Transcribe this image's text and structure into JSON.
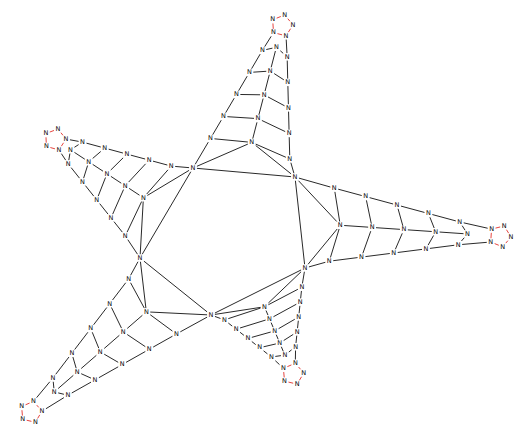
{
  "diagram": {
    "nodes": [
      {
        "text": [
          "N"
        ]
      },
      {
        "text": [
          "N"
        ]
      },
      {
        "text": [
          "N"
        ]
      },
      {
        "text": [
          "N"
        ]
      },
      {
        "text": [
          "N"
        ]
      },
      {
        "text": [
          "N"
        ]
      },
      {
        "text": [
          "N"
        ]
      },
      {
        "text": [
          "N"
        ]
      },
      {
        "text": [
          "N"
        ]
      },
      {
        "text": [
          "N"
        ]
      },
      {
        "text": [
          "N"
        ]
      },
      {
        "text": [
          "N"
        ]
      },
      {
        "text": [
          "N"
        ]
      },
      {
        "text": [
          "N"
        ]
      },
      {
        "text": [
          "N"
        ]
      },
      {
        "text": [
          "N"
        ]
      },
      {
        "text": [
          "N"
        ]
      },
      {
        "text": [
          "N"
        ]
      },
      {
        "text": [
          "N"
        ]
      },
      {
        "text": [
          "N"
        ]
      },
      {
        "text": [
          "N"
        ]
      },
      {
        "text": [
          "N"
        ]
      },
      {
        "text": [
          "N"
        ]
      },
      {
        "text": [
          "N"
        ]
      },
      {
        "text": [
          "N"
        ]
      },
      {
        "text": [
          "N"
        ]
      },
      {
        "text": [
          "N"
        ]
      },
      {
        "text": [
          "N"
        ]
      },
      {
        "text": [
          "N"
        ]
      },
      {
        "text": [
          "N"
        ]
      },
      {
        "text": [
          "N"
        ]
      },
      {
        "text": [
          "N"
        ]
      },
      {
        "text": [
          "N"
        ]
      },
      {
        "text": [
          "N"
        ]
      },
      {
        "text": [
          "N"
        ]
      },
      {
        "text": [
          "N"
        ]
      },
      {
        "text": [
          "N"
        ]
      },
      {
        "text": [
          "N"
        ]
      },
      {
        "text": [
          "N"
        ]
      },
      {
        "text": [
          "N"
        ]
      },
      {
        "text": [
          "N"
        ]
      },
      {
        "text": [
          "N"
        ]
      },
      {
        "text": [
          "N"
        ]
      },
      {
        "text": [
          "N"
        ]
      },
      {
        "text": [
          "N"
        ]
      },
      {
        "text": [
          "N"
        ]
      },
      {
        "text": [
          "N"
        ]
      },
      {
        "text": [
          "N"
        ]
      },
      {
        "text": [
          "N"
        ]
      },
      {
        "text": [
          "N"
        ]
      },
      {
        "text": [
          "N"
        ]
      },
      {
        "text": [
          "N"
        ]
      },
      {
        "text": [
          "N"
        ]
      },
      {
        "text": [
          "N"
        ]
      },
      {
        "text": [
          "N"
        ]
      },
      {
        "text": [
          "N"
        ]
      },
      {
        "text": [
          "N"
        ]
      },
      {
        "text": [
          "N"
        ]
      },
      {
        "text": [
          "N"
        ]
      },
      {
        "text": [
          "N"
        ]
      },
      {
        "text": [
          "N"
        ]
      },
      {
        "text": [
          "N"
        ]
      },
      {
        "text": [
          "N"
        ]
      },
      {
        "text": [
          "N"
        ]
      },
      {
        "text": [
          "N"
        ]
      },
      {
        "text": [
          "N"
        ]
      },
      {
        "text": [
          "N"
        ]
      },
      {
        "text": [
          "N"
        ]
      },
      {
        "text": [
          "N"
        ]
      },
      {
        "text": [
          "N"
        ]
      },
      {
        "text": [
          "N"
        ]
      },
      {
        "text": [
          "N"
        ]
      },
      {
        "text": [
          "N"
        ]
      },
      {
        "text": [
          "N"
        ]
      },
      {
        "text": [
          "N"
        ]
      },
      {
        "text": [
          "N"
        ]
      },
      {
        "text": [
          "N"
        ]
      },
      {
        "text": [
          "N"
        ]
      },
      {
        "text": [
          "N"
        ]
      },
      {
        "text": [
          "N"
        ]
      },
      {
        "text": [
          "N"
        ]
      },
      {
        "text": [
          "N"
        ]
      },
      {
        "text": [
          "N"
        ]
      },
      {
        "text": [
          "N"
        ]
      },
      {
        "text": [
          "N"
        ]
      },
      {
        "text": [
          "N"
        ]
      },
      {
        "text": [
          "N"
        ]
      },
      {
        "text": [
          "N"
        ]
      },
      {
        "text": [
          "N"
        ]
      },
      {
        "text": [
          "N"
        ]
      },
      {
        "text": [
          "N"
        ]
      },
      {
        "text": [
          "N"
        ]
      },
      {
        "text": [
          "N"
        ]
      },
      {
        "text": [
          "N"
        ]
      },
      {
        "text": [
          "N"
        ]
      },
      {
        "text": [
          "N"
        ]
      },
      {
        "text": [
          "N"
        ]
      },
      {
        "text": [
          "N"
        ]
      },
      {
        "text": [
          "N"
        ]
      },
      {
        "text": [
          "N"
        ]
      },
      {
        "text": [
          "N"
        ]
      },
      {
        "text": [
          "N"
        ]
      },
      {
        "text": [
          "N"
        ]
      },
      {
        "text": [
          "N"
        ]
      },
      {
        "text": [
          "N"
        ]
      }
    ],
    "edges": [
      {
        "from": 0,
        "to": 1,
        "arrow": "none"
      },
      {
        "from": 1,
        "to": 2,
        "arrow": "none"
      },
      {
        "from": 2,
        "to": 3,
        "arrow": "none"
      },
      {
        "from": 3,
        "to": 4,
        "arrow": "none"
      },
      {
        "from": 4,
        "to": 0,
        "arrow": "none"
      },
      {
        "from": 0,
        "to": 5,
        "arrow": "none"
      },
      {
        "from": 1,
        "to": 7,
        "arrow": "none"
      },
      {
        "from": 0,
        "to": 6,
        "arrow": "none"
      },
      {
        "from": 1,
        "to": 6,
        "arrow": "none"
      },
      {
        "from": 5,
        "to": 8,
        "arrow": "none"
      },
      {
        "from": 8,
        "to": 11,
        "arrow": "none"
      },
      {
        "from": 11,
        "to": 14,
        "arrow": "none"
      },
      {
        "from": 14,
        "to": 17,
        "arrow": "none"
      },
      {
        "from": 7,
        "to": 10,
        "arrow": "none"
      },
      {
        "from": 10,
        "to": 13,
        "arrow": "none"
      },
      {
        "from": 13,
        "to": 16,
        "arrow": "none"
      },
      {
        "from": 16,
        "to": 19,
        "arrow": "none"
      },
      {
        "from": 6,
        "to": 9,
        "arrow": "none"
      },
      {
        "from": 9,
        "to": 12,
        "arrow": "none"
      },
      {
        "from": 12,
        "to": 15,
        "arrow": "none"
      },
      {
        "from": 15,
        "to": 18,
        "arrow": "none"
      },
      {
        "from": 5,
        "to": 6,
        "arrow": "none"
      },
      {
        "from": 6,
        "to": 7,
        "arrow": "none"
      },
      {
        "from": 8,
        "to": 9,
        "arrow": "none"
      },
      {
        "from": 9,
        "to": 10,
        "arrow": "none"
      },
      {
        "from": 11,
        "to": 12,
        "arrow": "none"
      },
      {
        "from": 12,
        "to": 13,
        "arrow": "none"
      },
      {
        "from": 14,
        "to": 15,
        "arrow": "none"
      },
      {
        "from": 15,
        "to": 16,
        "arrow": "none"
      },
      {
        "from": 17,
        "to": 18,
        "arrow": "none"
      },
      {
        "from": 18,
        "to": 19,
        "arrow": "none"
      },
      {
        "from": 17,
        "to": 20,
        "arrow": "none"
      },
      {
        "from": 19,
        "to": 24,
        "arrow": "none"
      },
      {
        "from": 20,
        "to": 21,
        "arrow": "none"
      },
      {
        "from": 21,
        "to": 22,
        "arrow": "none"
      },
      {
        "from": 22,
        "to": 23,
        "arrow": "none"
      },
      {
        "from": 23,
        "to": 24,
        "arrow": "none"
      },
      {
        "from": 24,
        "to": 20,
        "arrow": "none"
      },
      {
        "from": 1,
        "to": 25,
        "arrow": "none"
      },
      {
        "from": 2,
        "to": 27,
        "arrow": "none"
      },
      {
        "from": 1,
        "to": 26,
        "arrow": "none"
      },
      {
        "from": 2,
        "to": 26,
        "arrow": "none"
      },
      {
        "from": 25,
        "to": 28,
        "arrow": "none"
      },
      {
        "from": 28,
        "to": 31,
        "arrow": "none"
      },
      {
        "from": 31,
        "to": 34,
        "arrow": "none"
      },
      {
        "from": 34,
        "to": 37,
        "arrow": "none"
      },
      {
        "from": 27,
        "to": 30,
        "arrow": "none"
      },
      {
        "from": 30,
        "to": 33,
        "arrow": "none"
      },
      {
        "from": 33,
        "to": 36,
        "arrow": "none"
      },
      {
        "from": 36,
        "to": 39,
        "arrow": "none"
      },
      {
        "from": 26,
        "to": 29,
        "arrow": "none"
      },
      {
        "from": 29,
        "to": 32,
        "arrow": "none"
      },
      {
        "from": 32,
        "to": 35,
        "arrow": "none"
      },
      {
        "from": 35,
        "to": 38,
        "arrow": "none"
      },
      {
        "from": 25,
        "to": 26,
        "arrow": "none"
      },
      {
        "from": 26,
        "to": 27,
        "arrow": "none"
      },
      {
        "from": 28,
        "to": 29,
        "arrow": "none"
      },
      {
        "from": 29,
        "to": 30,
        "arrow": "none"
      },
      {
        "from": 31,
        "to": 32,
        "arrow": "none"
      },
      {
        "from": 32,
        "to": 33,
        "arrow": "none"
      },
      {
        "from": 34,
        "to": 35,
        "arrow": "none"
      },
      {
        "from": 35,
        "to": 36,
        "arrow": "none"
      },
      {
        "from": 37,
        "to": 38,
        "arrow": "none"
      },
      {
        "from": 38,
        "to": 39,
        "arrow": "none"
      },
      {
        "from": 37,
        "to": 40,
        "arrow": "none"
      },
      {
        "from": 39,
        "to": 44,
        "arrow": "none"
      },
      {
        "from": 40,
        "to": 41,
        "arrow": "none"
      },
      {
        "from": 41,
        "to": 42,
        "arrow": "none"
      },
      {
        "from": 42,
        "to": 43,
        "arrow": "none"
      },
      {
        "from": 43,
        "to": 44,
        "arrow": "none"
      },
      {
        "from": 44,
        "to": 40,
        "arrow": "none"
      },
      {
        "from": 2,
        "to": 45,
        "arrow": "none"
      },
      {
        "from": 3,
        "to": 47,
        "arrow": "none"
      },
      {
        "from": 2,
        "to": 46,
        "arrow": "none"
      },
      {
        "from": 3,
        "to": 46,
        "arrow": "none"
      },
      {
        "from": 45,
        "to": 48,
        "arrow": "none"
      },
      {
        "from": 48,
        "to": 51,
        "arrow": "none"
      },
      {
        "from": 51,
        "to": 54,
        "arrow": "none"
      },
      {
        "from": 54,
        "to": 57,
        "arrow": "none"
      },
      {
        "from": 47,
        "to": 50,
        "arrow": "none"
      },
      {
        "from": 50,
        "to": 53,
        "arrow": "none"
      },
      {
        "from": 53,
        "to": 56,
        "arrow": "none"
      },
      {
        "from": 56,
        "to": 59,
        "arrow": "none"
      },
      {
        "from": 46,
        "to": 49,
        "arrow": "none"
      },
      {
        "from": 49,
        "to": 52,
        "arrow": "none"
      },
      {
        "from": 52,
        "to": 55,
        "arrow": "none"
      },
      {
        "from": 55,
        "to": 58,
        "arrow": "none"
      },
      {
        "from": 45,
        "to": 46,
        "arrow": "none"
      },
      {
        "from": 46,
        "to": 47,
        "arrow": "none"
      },
      {
        "from": 48,
        "to": 49,
        "arrow": "none"
      },
      {
        "from": 49,
        "to": 50,
        "arrow": "none"
      },
      {
        "from": 51,
        "to": 52,
        "arrow": "none"
      },
      {
        "from": 52,
        "to": 53,
        "arrow": "none"
      },
      {
        "from": 54,
        "to": 55,
        "arrow": "none"
      },
      {
        "from": 55,
        "to": 56,
        "arrow": "none"
      },
      {
        "from": 57,
        "to": 58,
        "arrow": "none"
      },
      {
        "from": 58,
        "to": 59,
        "arrow": "none"
      },
      {
        "from": 57,
        "to": 60,
        "arrow": "none"
      },
      {
        "from": 59,
        "to": 64,
        "arrow": "none"
      },
      {
        "from": 60,
        "to": 61,
        "arrow": "none"
      },
      {
        "from": 61,
        "to": 62,
        "arrow": "none"
      },
      {
        "from": 62,
        "to": 63,
        "arrow": "none"
      },
      {
        "from": 63,
        "to": 64,
        "arrow": "none"
      },
      {
        "from": 64,
        "to": 60,
        "arrow": "none"
      },
      {
        "from": 3,
        "to": 65,
        "arrow": "none"
      },
      {
        "from": 4,
        "to": 67,
        "arrow": "none"
      },
      {
        "from": 3,
        "to": 66,
        "arrow": "none"
      },
      {
        "from": 4,
        "to": 66,
        "arrow": "none"
      },
      {
        "from": 65,
        "to": 68,
        "arrow": "none"
      },
      {
        "from": 68,
        "to": 71,
        "arrow": "none"
      },
      {
        "from": 71,
        "to": 74,
        "arrow": "none"
      },
      {
        "from": 74,
        "to": 77,
        "arrow": "none"
      },
      {
        "from": 67,
        "to": 70,
        "arrow": "none"
      },
      {
        "from": 70,
        "to": 73,
        "arrow": "none"
      },
      {
        "from": 73,
        "to": 76,
        "arrow": "none"
      },
      {
        "from": 76,
        "to": 79,
        "arrow": "none"
      },
      {
        "from": 66,
        "to": 69,
        "arrow": "none"
      },
      {
        "from": 69,
        "to": 72,
        "arrow": "none"
      },
      {
        "from": 72,
        "to": 75,
        "arrow": "none"
      },
      {
        "from": 75,
        "to": 78,
        "arrow": "none"
      },
      {
        "from": 65,
        "to": 66,
        "arrow": "none"
      },
      {
        "from": 66,
        "to": 67,
        "arrow": "none"
      },
      {
        "from": 68,
        "to": 69,
        "arrow": "none"
      },
      {
        "from": 69,
        "to": 70,
        "arrow": "none"
      },
      {
        "from": 71,
        "to": 72,
        "arrow": "none"
      },
      {
        "from": 72,
        "to": 73,
        "arrow": "none"
      },
      {
        "from": 74,
        "to": 75,
        "arrow": "none"
      },
      {
        "from": 75,
        "to": 76,
        "arrow": "none"
      },
      {
        "from": 77,
        "to": 78,
        "arrow": "none"
      },
      {
        "from": 78,
        "to": 79,
        "arrow": "none"
      },
      {
        "from": 77,
        "to": 80,
        "arrow": "none"
      },
      {
        "from": 79,
        "to": 84,
        "arrow": "none"
      },
      {
        "from": 80,
        "to": 81,
        "arrow": "none"
      },
      {
        "from": 81,
        "to": 82,
        "arrow": "none"
      },
      {
        "from": 82,
        "to": 83,
        "arrow": "none"
      },
      {
        "from": 83,
        "to": 84,
        "arrow": "none"
      },
      {
        "from": 84,
        "to": 80,
        "arrow": "none"
      },
      {
        "from": 4,
        "to": 85,
        "arrow": "none"
      },
      {
        "from": 0,
        "to": 87,
        "arrow": "none"
      },
      {
        "from": 4,
        "to": 86,
        "arrow": "none"
      },
      {
        "from": 0,
        "to": 86,
        "arrow": "none"
      },
      {
        "from": 85,
        "to": 88,
        "arrow": "none"
      },
      {
        "from": 88,
        "to": 91,
        "arrow": "none"
      },
      {
        "from": 91,
        "to": 94,
        "arrow": "none"
      },
      {
        "from": 94,
        "to": 97,
        "arrow": "none"
      },
      {
        "from": 87,
        "to": 90,
        "arrow": "none"
      },
      {
        "from": 90,
        "to": 93,
        "arrow": "none"
      },
      {
        "from": 93,
        "to": 96,
        "arrow": "none"
      },
      {
        "from": 96,
        "to": 99,
        "arrow": "none"
      },
      {
        "from": 86,
        "to": 89,
        "arrow": "none"
      },
      {
        "from": 89,
        "to": 92,
        "arrow": "none"
      },
      {
        "from": 92,
        "to": 95,
        "arrow": "none"
      },
      {
        "from": 95,
        "to": 98,
        "arrow": "none"
      },
      {
        "from": 85,
        "to": 86,
        "arrow": "none"
      },
      {
        "from": 86,
        "to": 87,
        "arrow": "none"
      },
      {
        "from": 88,
        "to": 89,
        "arrow": "none"
      },
      {
        "from": 89,
        "to": 90,
        "arrow": "none"
      },
      {
        "from": 91,
        "to": 92,
        "arrow": "none"
      },
      {
        "from": 92,
        "to": 93,
        "arrow": "none"
      },
      {
        "from": 94,
        "to": 95,
        "arrow": "none"
      },
      {
        "from": 95,
        "to": 96,
        "arrow": "none"
      },
      {
        "from": 97,
        "to": 98,
        "arrow": "none"
      },
      {
        "from": 98,
        "to": 99,
        "arrow": "none"
      },
      {
        "from": 97,
        "to": 100,
        "arrow": "none"
      },
      {
        "from": 99,
        "to": 104,
        "arrow": "none"
      },
      {
        "from": 100,
        "to": 101,
        "arrow": "none"
      },
      {
        "from": 101,
        "to": 102,
        "arrow": "none"
      },
      {
        "from": 102,
        "to": 103,
        "arrow": "none"
      },
      {
        "from": 103,
        "to": 104,
        "arrow": "none"
      },
      {
        "from": 104,
        "to": 100,
        "arrow": "none"
      }
    ]
  }
}
